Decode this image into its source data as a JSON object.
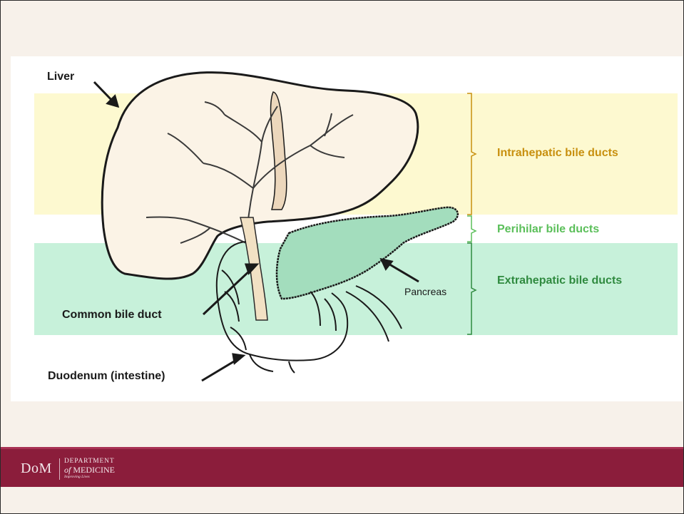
{
  "diagram": {
    "labels": {
      "liver": "Liver",
      "common_bile_duct": "Common bile duct",
      "duodenum": "Duodenum (intestine)",
      "pancreas": "Pancreas"
    },
    "regions": {
      "intrahepatic": "Intrahepatic bile ducts",
      "perihilar": "Perihilar bile ducts",
      "extrahepatic": "Extrahepatic bile ducts"
    },
    "colors": {
      "intrahepatic_band": "#fdf9d0",
      "extrahepatic_band": "#c7f1da",
      "intrahepatic_text": "#c8900f",
      "perihilar_text": "#5bbf5a",
      "extrahepatic_text": "#2f8a3f"
    }
  },
  "footer": {
    "logo_mark": "DoM",
    "logo_line1": "DEPARTMENT",
    "logo_line2_prefix": "of",
    "logo_line2": "MEDICINE",
    "logo_tagline": "Improving Lives",
    "bar_color": "#8b1d3b"
  }
}
